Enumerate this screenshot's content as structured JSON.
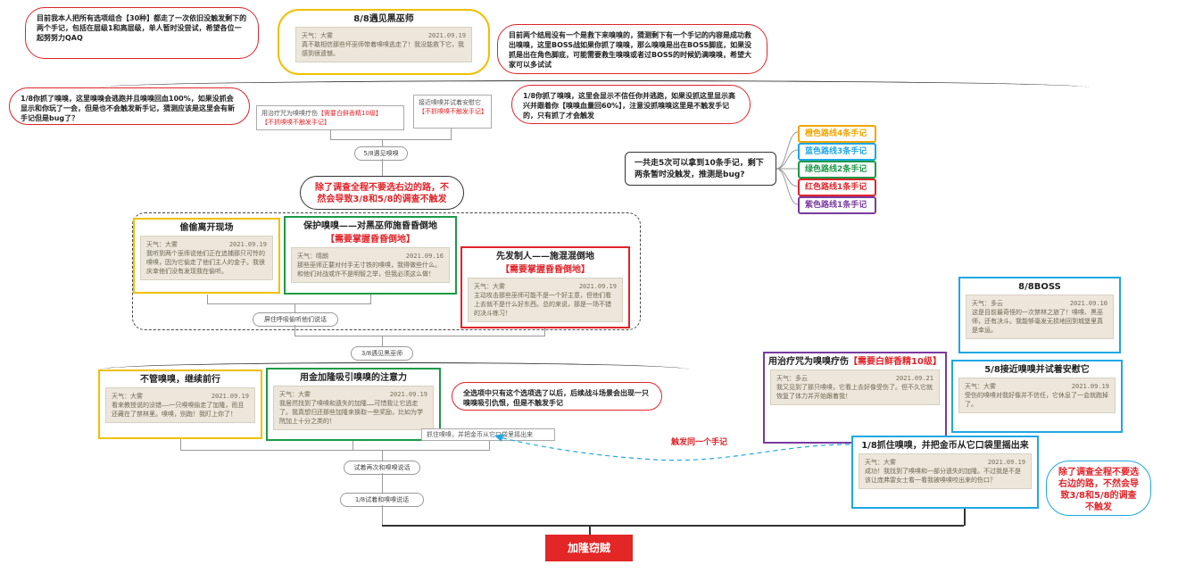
{
  "top": {
    "bubble_left": "目前我本人把所有选项组合【30种】都走了一次依旧没触发剩下的两个手记，包括在层级1和高层级，单人暂时没尝试，希望各位一起努努力QAQ",
    "card_title": "8/8遇见黑巫师",
    "note": {
      "weather": "天气：大雾",
      "date": "2021.09.19",
      "text": "真不敢相信那些坏巫师带着嗅嗅逃走了！我没能救下它，我感到很遗憾。"
    },
    "bubble_right": "目前两个结局没有一个是救下来嗅嗅的，猜测剩下有一个手记的内容是成功救出嗅嗅，这里BOSS战如果你抓了嗅嗅，那么嗅嗅是出在BOSS脚底，如果没抓是出在角色脚底，可能需要救生嗅嗅或者过BOSS的时候奶满嗅嗅，希望大家可以多试试"
  },
  "mid": {
    "bubble_left": "1/8你抓了嗅嗅，这里嗅嗅会逃跑并且嗅嗅回血100%，如果没抓会显示和你玩了一会，但是也不会触发新手记，猜测应该是这里会有新手记但是bug了？",
    "box_left_text": "用治疗咒为嗅嗅疗伤",
    "box_left_req": "【需要白鲜香精10级】",
    "box_left_note": "【不抓嗅嗅不触发手记】",
    "box_right_text": "接近嗅嗅并试着安慰它",
    "box_right_note": "【不抓嗅嗅不触发手记】",
    "bubble_right": "1/8你抓了嗅嗅，这里会显示不信任你并逃跑，如果没抓这里显示高兴并跟着你【嗅嗅血量回60%】，注意没抓嗅嗅这里是不触发手记的，只有抓了才会触发",
    "pill": "5/8遇见嗅嗅",
    "warning": "除了调查全程不要选右边的路，不然会导致3/8和5/8的调查不触发"
  },
  "routes": {
    "summary": "一共走5次可以拿到10条手记，剩下两条暂时没触发，推测是bug?",
    "items": [
      {
        "label": "橙色路线4条手记",
        "color": "#f0a500"
      },
      {
        "label": "蓝色路线3条手记",
        "color": "#1ea7e4"
      },
      {
        "label": "绿色路线2条手记",
        "color": "#1a9a47"
      },
      {
        "label": "红色路线1条手记",
        "color": "#e0242a"
      },
      {
        "label": "紫色路线1条手记",
        "color": "#7a3aa0"
      }
    ]
  },
  "group": {
    "card1": {
      "title": "偷偷离开现场",
      "weather": "天气：大雾",
      "date": "2021.09.19",
      "text": "我听到两个巫师说他们正在追捕那只可怜的嗅嗅，因为它偷走了他们主人的金子。我很庆幸他们没有发现我在偷听。"
    },
    "card2": {
      "title": "保护嗅嗅——对黑巫师施昏昏倒地",
      "req": "【需要掌握昏昏倒地】",
      "weather": "天气：晴朗",
      "date": "2021.09.16",
      "text": "那些巫师正要对付手无寸铁的嗅嗅，我得做些什么。和他们对战或许不是明智之举，但我必须这么做！"
    },
    "card3": {
      "title": "先发制人——施混混倒地",
      "req": "【需要掌握昏昏倒地】",
      "weather": "天气：大雾",
      "date": "2021.09.19",
      "text": "主动攻击那些巫师可能不是一个好主意，但他们看上去就不是什么好东西。总的来说，那是一场不错的决斗练习！"
    },
    "pill_listen": "屏住呼吸偷听他们说话",
    "pill_meet": "3/8遇见黑巫师"
  },
  "lower": {
    "card1": {
      "title": "不管嗅嗅，继续前行",
      "weather": "天气：大雾",
      "date": "2021.09.19",
      "text": "看来教授说的没错——一只嗅嗅偷走了加隆，而且还藏在了禁林里。嗅嗅，别跑！我盯上你了！"
    },
    "card2": {
      "title": "用金加隆吸引嗅嗅的注意力",
      "weather": "天气：大雾",
      "date": "2021.09.19",
      "text": "我居然找到了嗅嗅和遗失的加隆……可惜我让它逃走了。我真想归还那些加隆来换取一些奖励，比如为学院加上十分之类的！"
    },
    "bubble": "全选项中只有这个选项选了以后，后续战斗场景会出现一只嗅嗅吸引仇恨，但是不触发手记",
    "box": "抓住嗅嗅，并把金币从它口袋里摇出来",
    "pill_try": "试着再次和嗅嗅说话",
    "pill_18": "1/8试着和嗅嗅说话",
    "final": "加隆窃贼"
  },
  "right": {
    "boss": {
      "title": "8/8BOSS",
      "weather": "天气：多云",
      "date": "2021.09.10",
      "text": "这是目前最奇怪的一次禁林之旅了！嗅嗅、黑巫师，还有决斗。我能够毫发无损地回到城堡里真是幸运。"
    },
    "heal": {
      "title": "用治疗咒为嗅嗅疗伤",
      "req": "【需要白鲜香精10级】",
      "weather": "天气：多云",
      "date": "2021.09.21",
      "text": "我又见到了那只嗅嗅，它看上去好像受伤了。但不久它就恢复了体力并开始跟着我！"
    },
    "comfort": {
      "title": "5/8接近嗅嗅并试着安慰它",
      "weather": "天气：大雾",
      "date": "2021.09.19",
      "text": "受伤的嗅嗅对我好像并不信任，它休息了一会就跑掉了。"
    },
    "grab": {
      "title": "1/8抓住嗅嗅，并把金币从它口袋里摇出来",
      "weather": "天气：大雾",
      "date": "2021.09.19",
      "text": "成功！我找到了嗅嗅和一部分遗失的加隆。不过我是不是该让庞弗雷女士看一看我被嗅嗅咬出来的伤口？"
    },
    "trigger_label": "触发同一个手记",
    "warning": "除了调查全程不要选右边的路，不然会导致3/8和5/8的调查不触发"
  }
}
